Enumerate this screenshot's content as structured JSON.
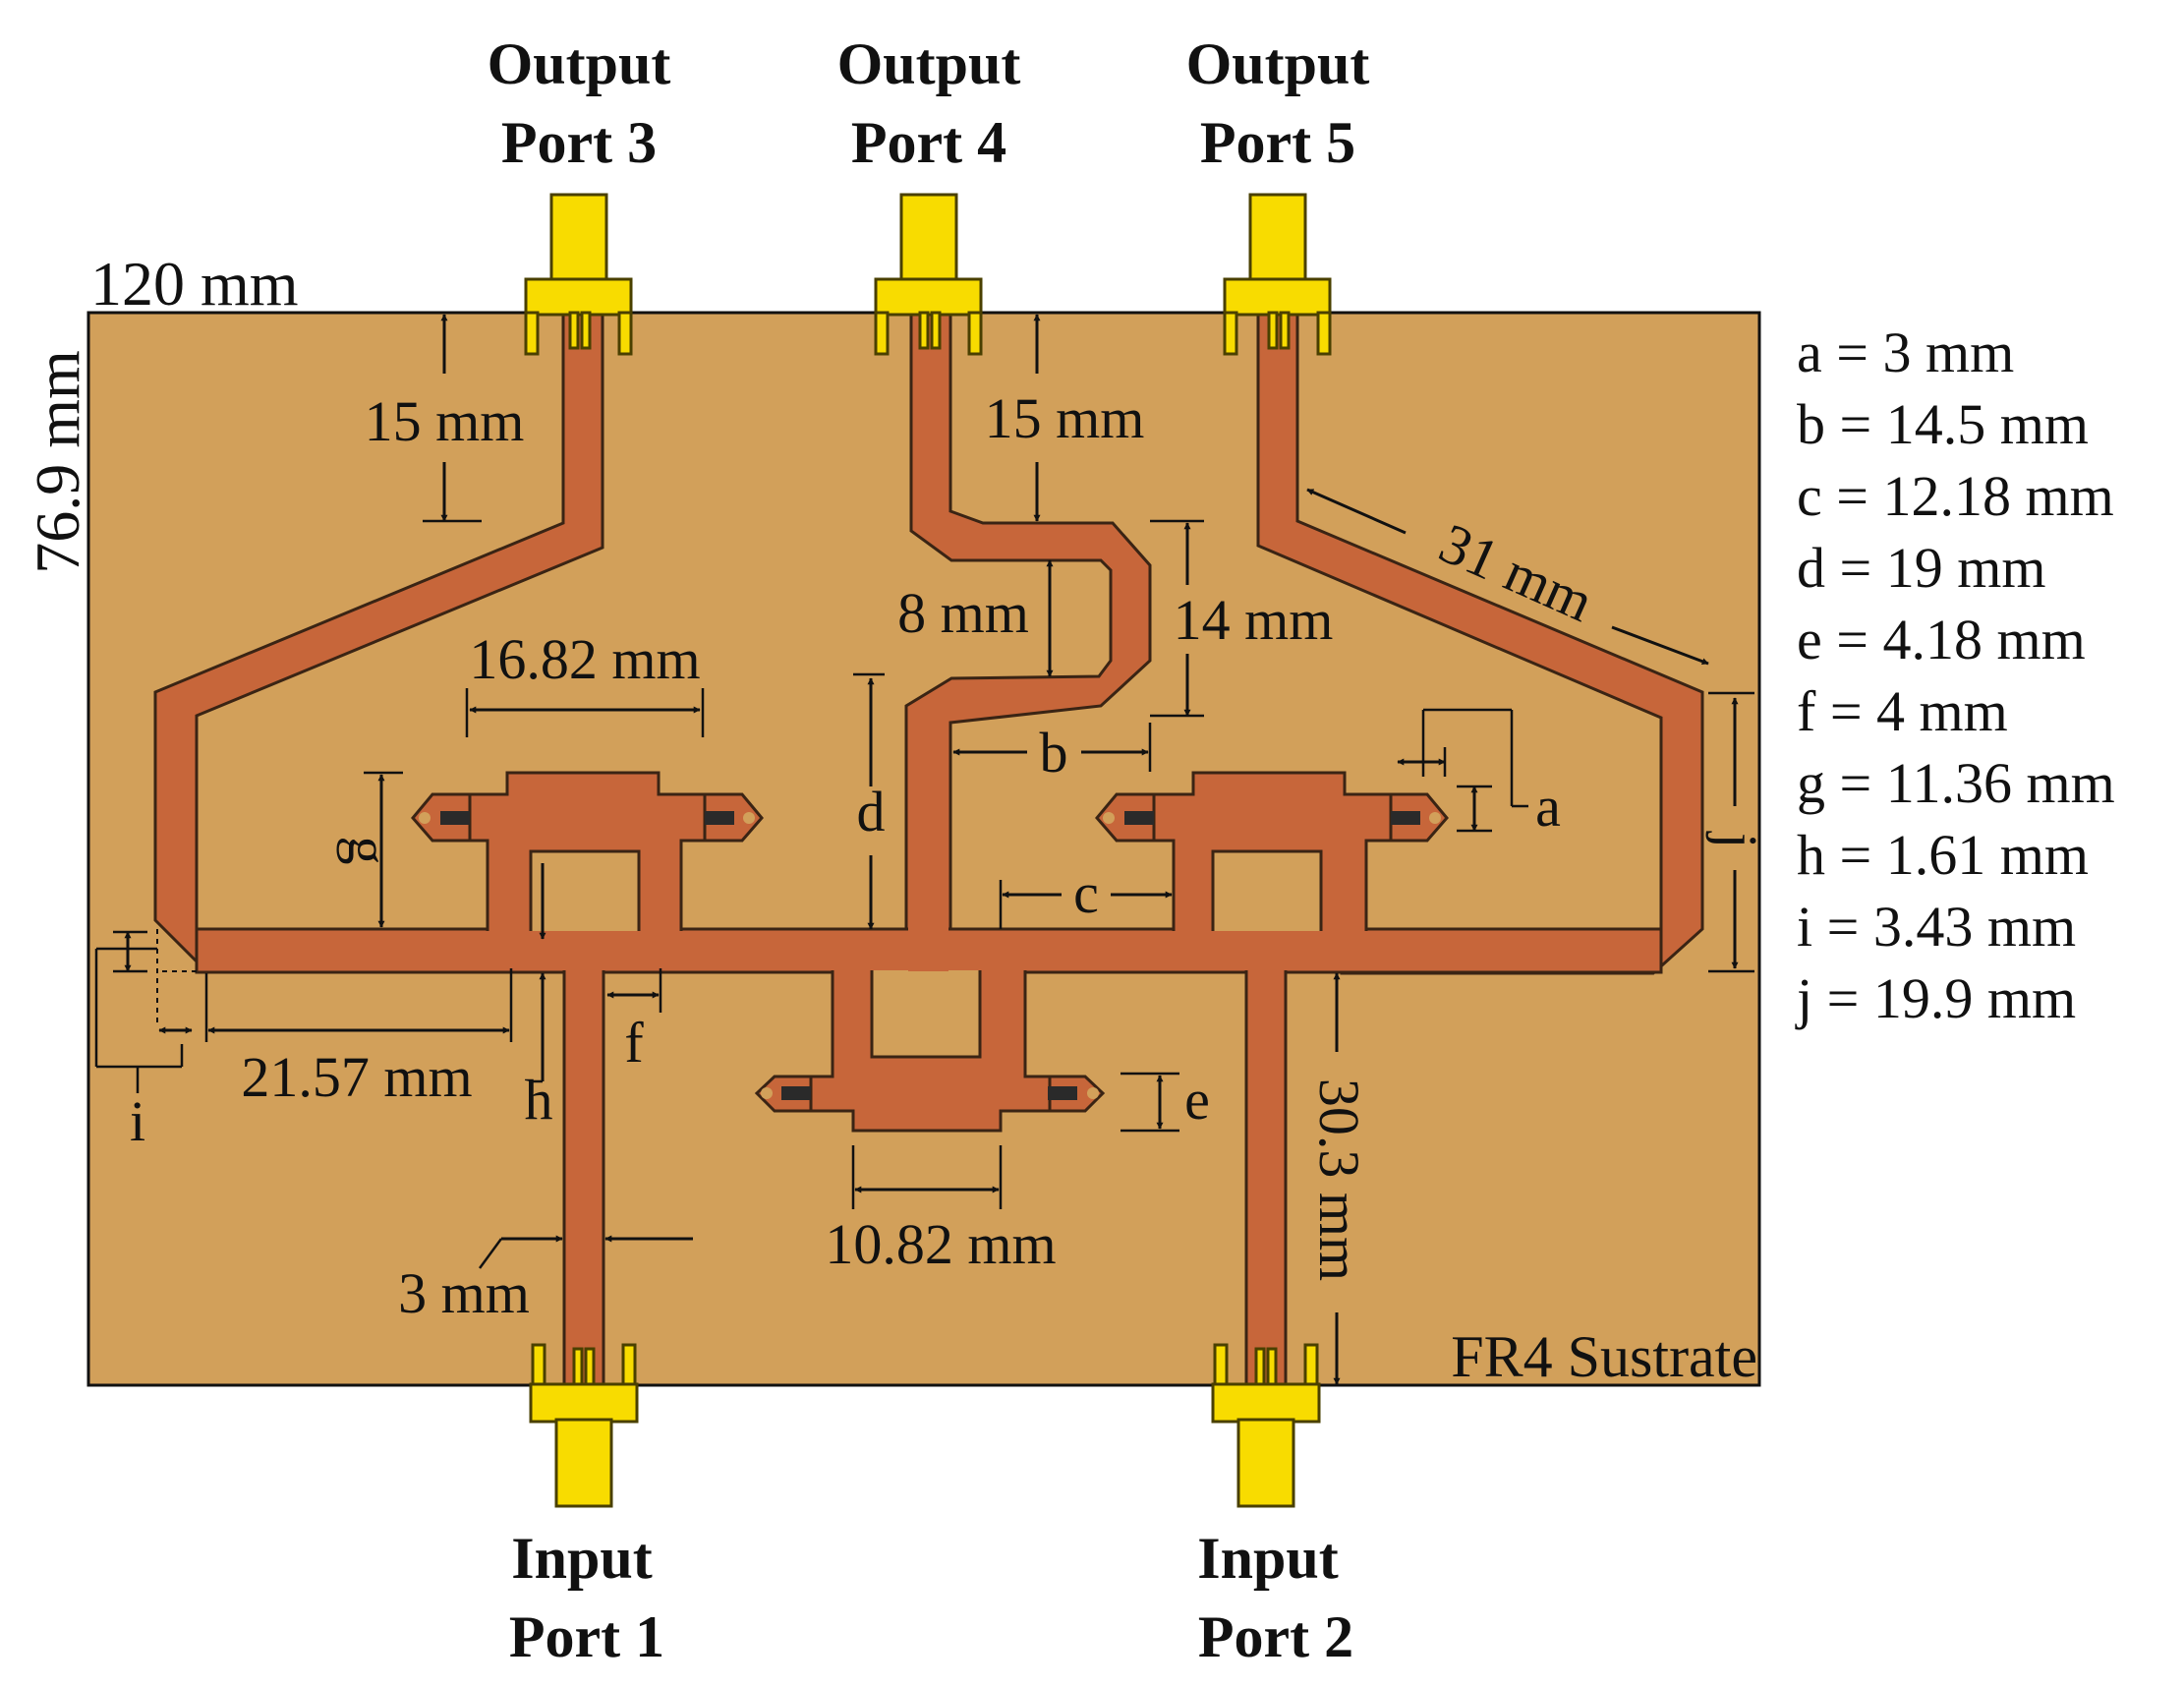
{
  "ports": {
    "out3": {
      "line1": "Output",
      "line2": "Port 3"
    },
    "out4": {
      "line1": "Output",
      "line2": "Port 4"
    },
    "out5": {
      "line1": "Output",
      "line2": "Port 5"
    },
    "in1": {
      "line1": "Input",
      "line2": "Port 1"
    },
    "in2": {
      "line1": "Input",
      "line2": "Port 2"
    }
  },
  "board": {
    "width_label": "120 mm",
    "height_label": "76.9 mm",
    "substrate_label": "FR4 Sustrate",
    "substrate_color": "#d2a05a",
    "trace_color": "#c7663a",
    "connector_color": "#f8dc00"
  },
  "dims": {
    "d15_left": "15 mm",
    "d15_mid": "15 mm",
    "d31": "31 mm",
    "d8": "8 mm",
    "d14": "14 mm",
    "d16_82": "16.82 mm",
    "d21_57": "21.57 mm",
    "d3": "3 mm",
    "d10_82": "10.82 mm",
    "d30_3": "30.3 mm",
    "a": "a",
    "b": "b",
    "c": "c",
    "d": "d",
    "e": "e",
    "f": "f",
    "g": "g",
    "h": "h",
    "i": "i",
    "j": "j"
  },
  "legend": [
    "a = 3 mm",
    "b = 14.5 mm",
    "c = 12.18 mm",
    "d = 19 mm",
    "e = 4.18 mm",
    "f = 4 mm",
    "g = 11.36 mm",
    "h = 1.61 mm",
    "i = 3.43 mm",
    "j = 19.9 mm"
  ]
}
